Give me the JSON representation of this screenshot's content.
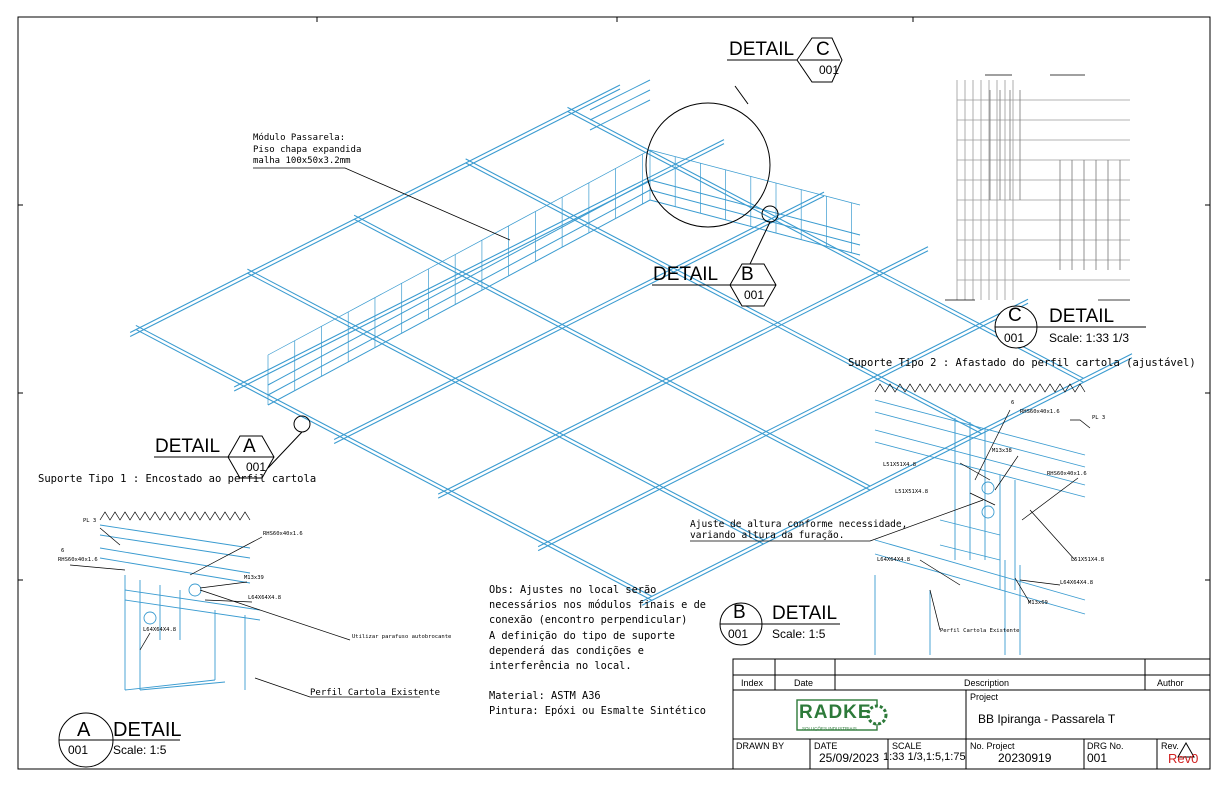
{
  "callouts": {
    "modulo_passarela": [
      "Módulo Passarela:",
      "Piso chapa expandida",
      "malha 100x50x3.2mm"
    ],
    "detail_word": "DETAIL",
    "detail_c": {
      "letter": "C",
      "sheet": "001"
    },
    "detail_b": {
      "letter": "B",
      "sheet": "001"
    },
    "detail_a": {
      "letter": "A",
      "sheet": "001"
    }
  },
  "views": {
    "c": {
      "letter": "C",
      "sheet": "001",
      "title": "DETAIL",
      "scale": "Scale: 1:33 1/3"
    },
    "b": {
      "letter": "B",
      "sheet": "001",
      "title": "DETAIL",
      "scale": "Scale: 1:5"
    },
    "a": {
      "letter": "A",
      "sheet": "001",
      "title": "DETAIL",
      "scale": "Scale: 1:5"
    }
  },
  "support_type_2": "Suporte Tipo 2 : Afastado do perfil cartola (ajustável)",
  "support_type_1": "Suporte Tipo 1 : Encostado ao perfil cartola",
  "detail_b_labels": {
    "ajuste": [
      "Ajuste de altura conforme necessidade,",
      "variando altura da furação."
    ],
    "rhs_top": "RHS60x40x1.6",
    "pl3": "PL 3",
    "l51_1": "L51X51X4.8",
    "m13": "M13x38",
    "l51_2": "L51X51X4.8",
    "rhs_right": "RHS60x40x1.6",
    "l64_left": "L64X64X4.8",
    "l51_right": "L51X51X4.8",
    "l64_right": "L64X64X4.8",
    "m13_bottom": "M13x69",
    "perfil": "Perfil Cartola Existente",
    "six": "6"
  },
  "detail_a_labels": {
    "pl3": "PL 3",
    "six": "6",
    "rhs_left": "RHS60x40x1.6",
    "rhs_right": "RHS60x40x1.6",
    "m13": "M13x39",
    "l64_right": "L64X64X4.8",
    "l64_left": "L64X64X4.8",
    "utilizar": "Utilizar parafuso autobrocante",
    "perfil": "Perfil Cartola Existente"
  },
  "obs": [
    "Obs: Ajustes no local serão",
    "necessários nos módulos finais e de",
    "conexão (encontro perpendicular)",
    "A definição do tipo de suporte",
    "dependerá das condições e",
    "interferência no local.",
    "",
    "Material: ASTM A36",
    "Pintura: Epóxi ou Esmalte Sintético"
  ],
  "title_block": {
    "index": "Index",
    "date": "Date",
    "description": "Description",
    "author": "Author",
    "project_label": "Project",
    "project": "BB Ipiranga - Passarela T",
    "logo": "RADKE",
    "logo_sub": "SOLUÇÕES INDUSTRIAIS",
    "drawn_by": "DRAWN BY",
    "date_label": "DATE",
    "date_value": "25/09/2023",
    "scale_label": "SCALE",
    "scale_value": "1:33 1/3,1:5,1:75",
    "no_project_label": "No. Project",
    "no_project": "20230919",
    "drg_label": "DRG No.",
    "drg": "001",
    "rev_label": "Rev.",
    "rev": "Rev0"
  },
  "colors": {
    "line": "#000000",
    "steel": "#3a9bd0",
    "steel_light": "#7cc3e6",
    "logo_green": "#2d7a3a",
    "rev_red": "#d02020"
  }
}
